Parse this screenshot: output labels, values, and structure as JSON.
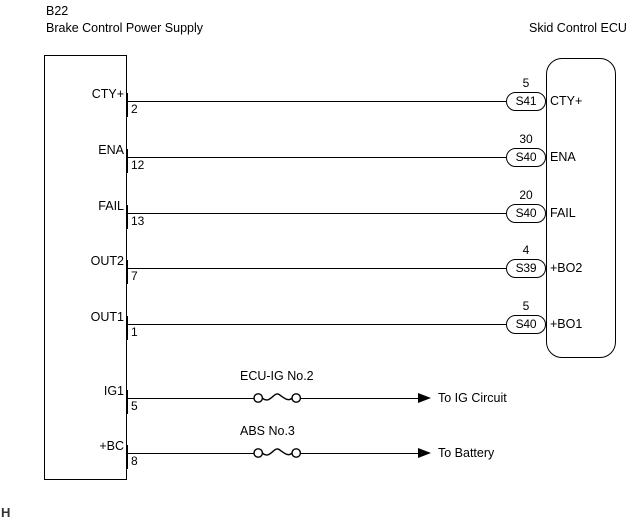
{
  "diagram": {
    "left_component": {
      "code": "B22",
      "name": "Brake Control Power Supply"
    },
    "right_component": {
      "name": "Skid Control ECU"
    },
    "corner_mark": "H",
    "signal_rows": [
      {
        "source_label": "CTY+",
        "source_pin": "2",
        "connector_number": "5",
        "connector_code": "S41",
        "dest_label": "CTY+"
      },
      {
        "source_label": "ENA",
        "source_pin": "12",
        "connector_number": "30",
        "connector_code": "S40",
        "dest_label": "ENA"
      },
      {
        "source_label": "FAIL",
        "source_pin": "13",
        "connector_number": "20",
        "connector_code": "S40",
        "dest_label": "FAIL"
      },
      {
        "source_label": "OUT2",
        "source_pin": "7",
        "connector_number": "4",
        "connector_code": "S39",
        "dest_label": "+BO2"
      },
      {
        "source_label": "OUT1",
        "source_pin": "1",
        "connector_number": "5",
        "connector_code": "S40",
        "dest_label": "+BO1"
      }
    ],
    "fuse_rows": [
      {
        "source_label": "IG1",
        "source_pin": "5",
        "fuse_name": "ECU-IG No.2",
        "destination": "To IG Circuit"
      },
      {
        "source_label": "+BC",
        "source_pin": "8",
        "fuse_name": "ABS No.3",
        "destination": "To Battery"
      }
    ],
    "colors": {
      "line": "#000000",
      "background": "#ffffff",
      "text": "#000000"
    }
  }
}
